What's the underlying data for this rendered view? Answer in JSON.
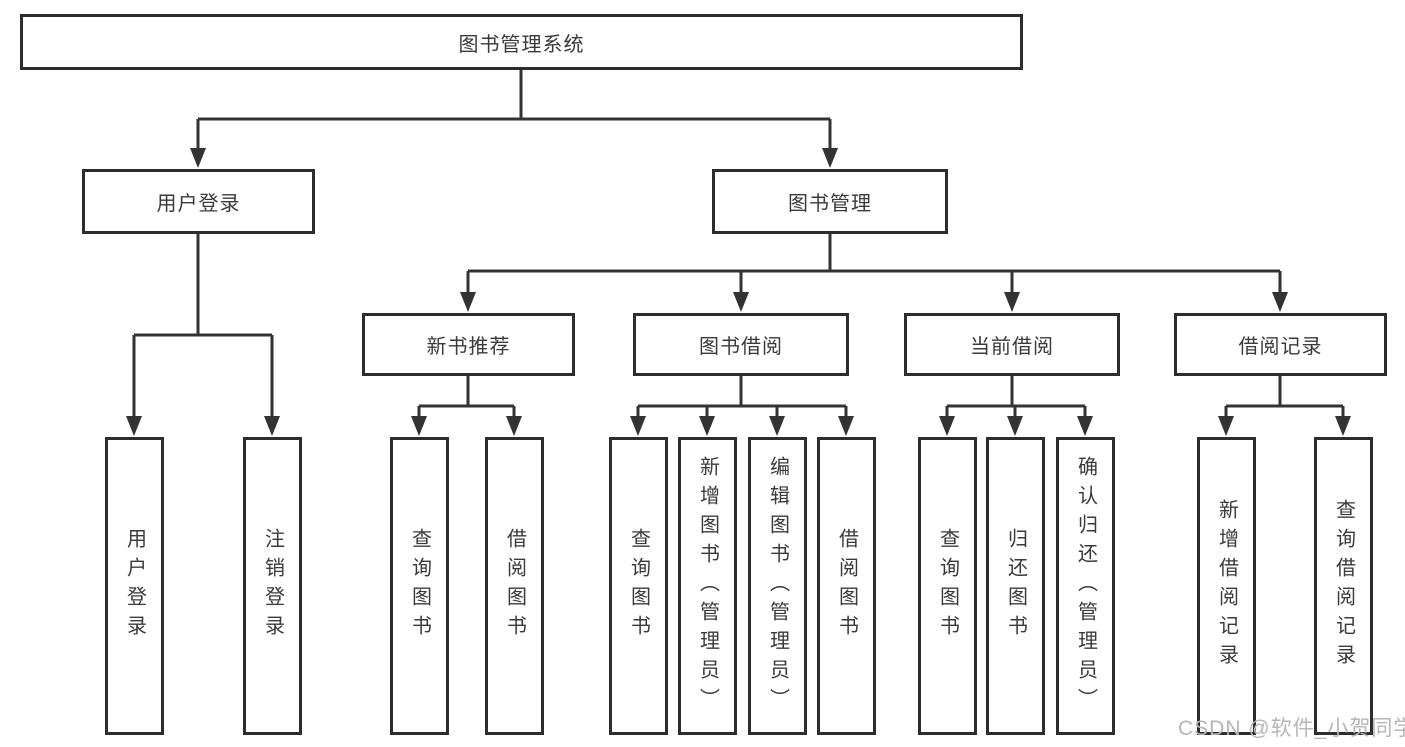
{
  "diagram": {
    "root": "图书管理系统",
    "user_login": {
      "label": "用户登录",
      "children": [
        "用户登录",
        "注销登录"
      ]
    },
    "book_management": {
      "label": "图书管理",
      "sections": [
        {
          "label": "新书推荐",
          "children": [
            "查询图书",
            "借阅图书"
          ]
        },
        {
          "label": "图书借阅",
          "children": [
            "查询图书",
            "新增图书（管理员）",
            "编辑图书（管理员）",
            "借阅图书"
          ]
        },
        {
          "label": "当前借阅",
          "children": [
            "查询图书",
            "归还图书",
            "确认归还（管理员）"
          ]
        },
        {
          "label": "借阅记录",
          "children": [
            "新增借阅记录",
            "查询借阅记录"
          ]
        }
      ]
    },
    "colors": {
      "line": "#333333",
      "border": "#2d2d2d",
      "text": "#3a3a3a",
      "watermark": "#b6b6b6"
    }
  },
  "watermark": "CSDN @软件_小贺同学"
}
